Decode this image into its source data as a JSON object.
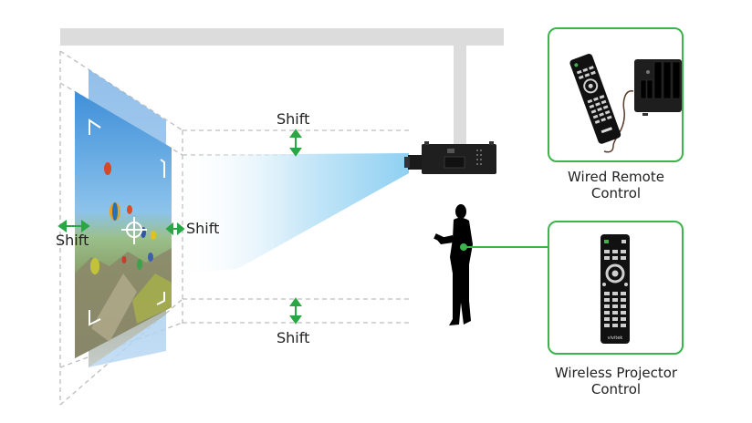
{
  "diagram": {
    "type": "projector-lens-shift-and-control",
    "accent_color": "#3cb44b",
    "shift_labels": {
      "top": "Shift",
      "bottom": "Shift",
      "left": "Shift",
      "right": "Shift"
    },
    "panels": [
      {
        "id": "wired",
        "caption_line1": "Wired Remote",
        "caption_line2": "Control",
        "icon": "wired-remote-icon"
      },
      {
        "id": "wireless",
        "caption_line1": "Wireless Projector",
        "caption_line2": "Control",
        "icon": "wireless-remote-icon"
      }
    ],
    "remote_brand": "vivitek"
  }
}
